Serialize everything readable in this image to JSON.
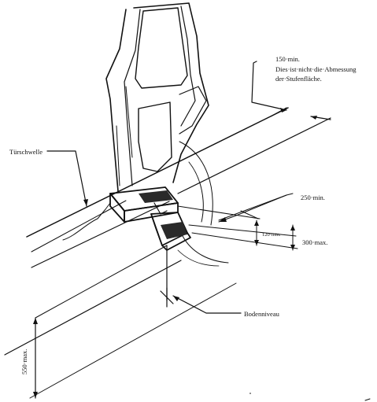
{
  "labels": {
    "door_sill": "Türschwelle",
    "min_150": "150·min.",
    "note_line1": "Dies·ist·nicht·die·Abmessung",
    "note_line2": "der·Stufenfläche.",
    "min_250": "250·min.",
    "min_120": "120·min.",
    "max_300": "300·max.",
    "ground_level": "Bodenniveau",
    "max_550": "550·max."
  },
  "colors": {
    "ink": "#111111",
    "step_fill": "#2a2a2a",
    "background": "#ffffff"
  }
}
